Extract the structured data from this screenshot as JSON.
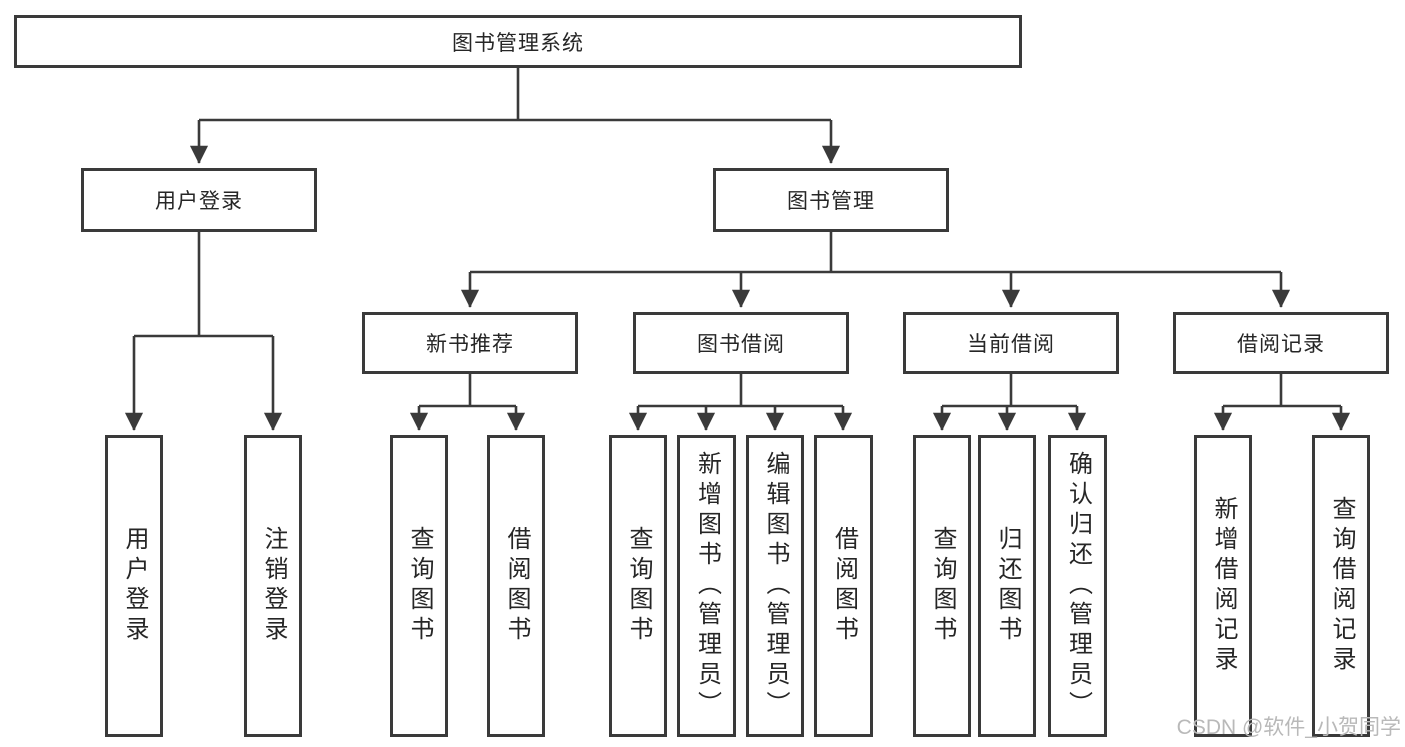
{
  "title": "图书管理系统",
  "user_branch": {
    "label": "用户登录",
    "children": [
      {
        "label": "用户登录"
      },
      {
        "label": "注销登录"
      }
    ]
  },
  "mgmt_branch": {
    "label": "图书管理",
    "groups": [
      {
        "label": "新书推荐",
        "children": [
          {
            "label": "查询图书"
          },
          {
            "label": "借阅图书"
          }
        ]
      },
      {
        "label": "图书借阅",
        "children": [
          {
            "label": "查询图书"
          },
          {
            "label": "新增图书（管理员）"
          },
          {
            "label": "编辑图书（管理员）"
          },
          {
            "label": "借阅图书"
          }
        ]
      },
      {
        "label": "当前借阅",
        "children": [
          {
            "label": "查询图书"
          },
          {
            "label": "归还图书"
          },
          {
            "label": "确认归还（管理员）"
          }
        ]
      },
      {
        "label": "借阅记录",
        "children": [
          {
            "label": "新增借阅记录"
          },
          {
            "label": "查询借阅记录"
          }
        ]
      }
    ]
  },
  "watermark": "CSDN @软件_小贺同学",
  "colors": {
    "line": "#3a3a3a",
    "text": "#262626",
    "watermark": "#b9b9b9",
    "background": "#ffffff"
  }
}
